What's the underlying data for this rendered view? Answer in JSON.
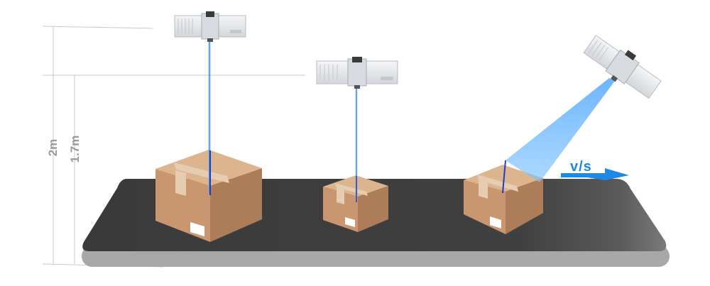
{
  "dimensions": {
    "height_total": "2m",
    "height_scanner": "1.7m"
  },
  "conveyor": {
    "speed_label": "v/s"
  },
  "colors": {
    "belt": "#3b3b3b",
    "roller": "#a8a8a8",
    "box_front": "#c9966f",
    "box_side": "#b5845e",
    "box_top": "#dcb58f",
    "tape": "#e2c8ab",
    "laser": "#2f7fd8",
    "arrow": "#1e88e5",
    "dim_line": "#c8c8c8",
    "dim_text": "#9a9a9a"
  },
  "icons": {
    "scanner": "barcode-scanner-icon",
    "box": "cardboard-box-icon",
    "arrow": "arrow-right-icon"
  }
}
